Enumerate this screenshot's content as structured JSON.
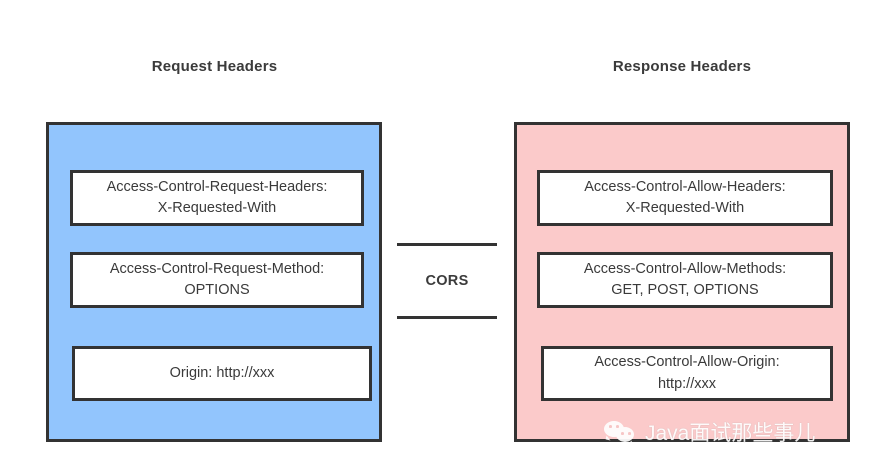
{
  "diagram": {
    "title_left": "Request Headers",
    "title_right": "Response Headers",
    "connector_label": "CORS",
    "colors": {
      "request_panel": "#92c5fd",
      "response_panel": "#fbcaca",
      "border": "#333333",
      "box_fill": "#ffffff",
      "text": "#3a3a3a"
    },
    "request_headers": [
      {
        "name": "Access-Control-Request-Headers:",
        "value": "X-Requested-With"
      },
      {
        "name": "Access-Control-Request-Method:",
        "value": "OPTIONS"
      },
      {
        "name": "Origin: http://xxx",
        "value": ""
      }
    ],
    "response_headers": [
      {
        "name": "Access-Control-Allow-Headers:",
        "value": "X-Requested-With"
      },
      {
        "name": "Access-Control-Allow-Methods:",
        "value": "GET, POST, OPTIONS"
      },
      {
        "name": "Access-Control-Allow-Origin:",
        "value": "http://xxx"
      }
    ]
  },
  "watermark": {
    "icon": "wechat-logo-icon",
    "text": "Java面试那些事儿"
  }
}
